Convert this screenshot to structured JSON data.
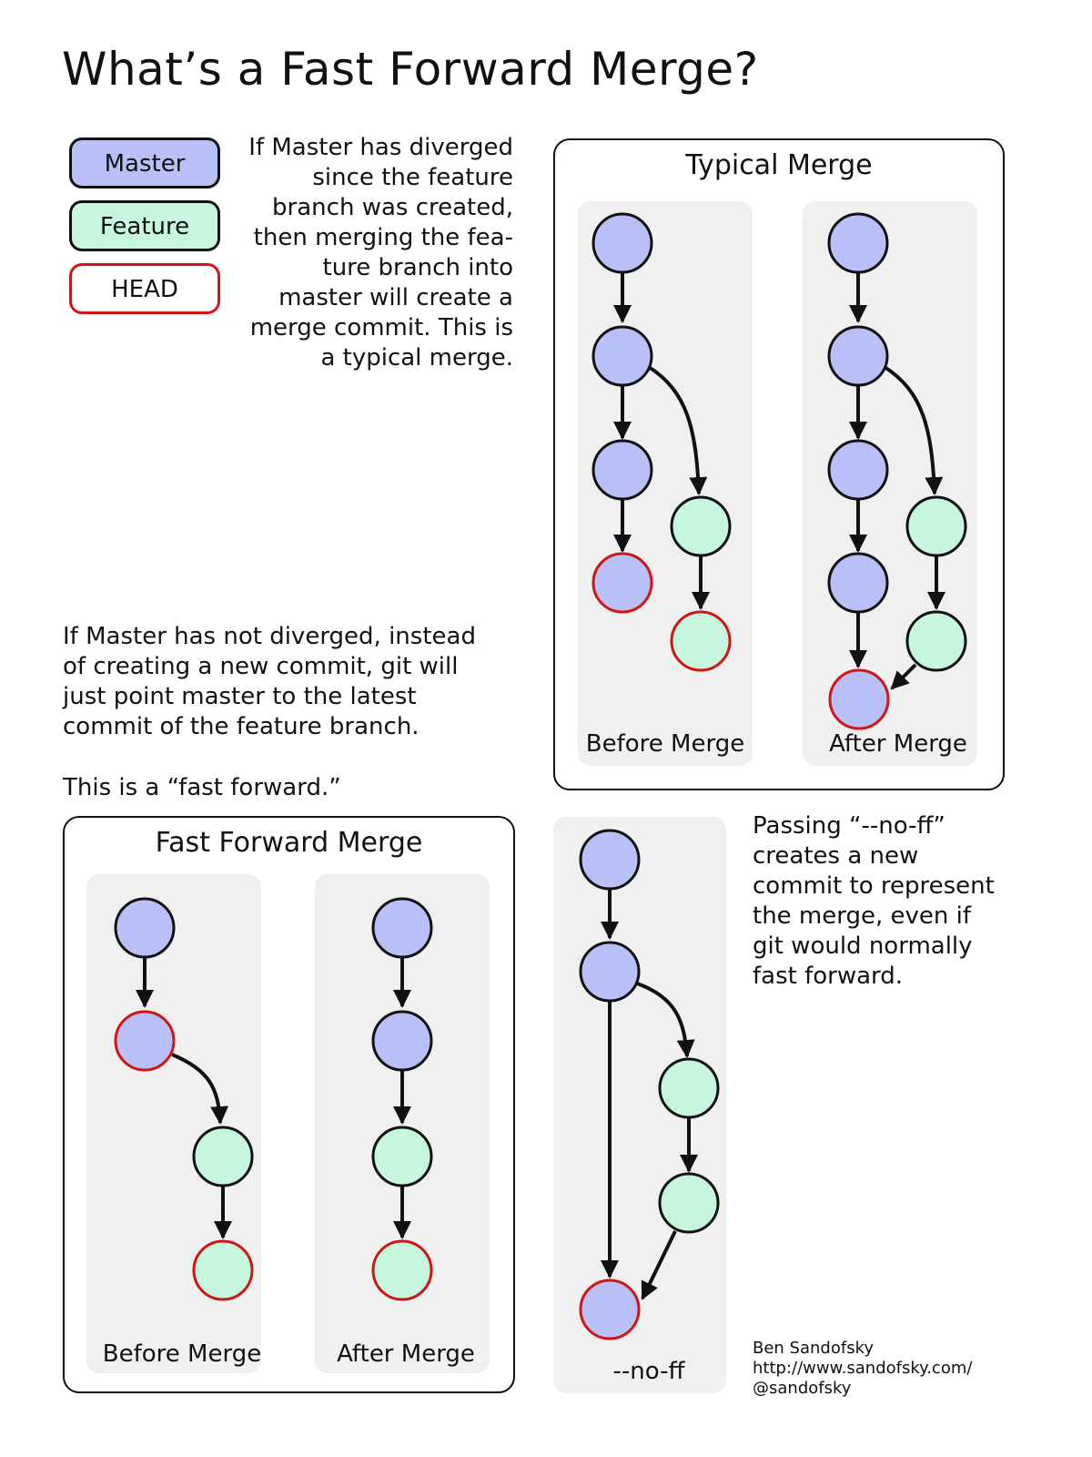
{
  "title": "What’s a Fast Forward Merge?",
  "legend": {
    "master": "Master",
    "feature": "Feature",
    "head": "HEAD"
  },
  "intro_lines": [
    "If Master has diverged",
    "since the feature",
    "branch was created,",
    "then merging the fea-",
    "ture branch into",
    "master will create a",
    "merge commit. This is",
    "a typical merge."
  ],
  "fastforward_lines": [
    "If Master has not diverged, instead",
    "of creating a new commit, git will",
    "just point master to the latest",
    "commit of the feature branch."
  ],
  "fastforward_note": "This is a “fast forward.”",
  "noff_lines": [
    "Passing “--no-ff”",
    "creates a new",
    "commit to represent",
    "the merge, even if",
    "git would normally",
    "fast forward."
  ],
  "typical_merge": {
    "title": "Typical Merge",
    "before_label": "Before Merge",
    "after_label": "After Merge"
  },
  "fast_forward_merge": {
    "title": "Fast Forward Merge",
    "before_label": "Before Merge",
    "after_label": "After Merge"
  },
  "noff_panel": {
    "label": "--no-ff"
  },
  "credits": {
    "author": "Ben Sandofsky",
    "url": "http://www.sandofsky.com/",
    "handle": "@sandofsky"
  },
  "colors": {
    "master": "#b9c0f7",
    "feature": "#c6f7de",
    "head_outline": "#d01515",
    "panel_bg": "#f0f0f0"
  }
}
